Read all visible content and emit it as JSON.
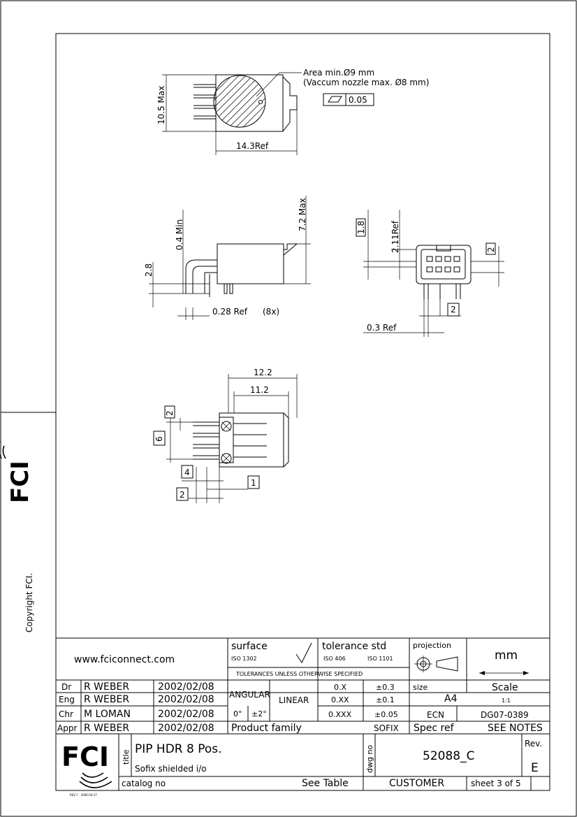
{
  "sidebar": {
    "copyright": "Copyright FCI."
  },
  "drawing": {
    "top_view": {
      "area_note_line1": "Area min.Ø9 mm",
      "area_note_line2": "(Vaccum nozzle max. Ø8 mm)",
      "flatness_value": "0.05",
      "dim_height": "10.5 Max",
      "dim_length": "14.3Ref"
    },
    "side_view": {
      "dim_pin_min": "0.4 Min",
      "dim_height_max": "7.2 Max",
      "dim_standoff": "2.8",
      "dim_pin_width": "0.28 Ref",
      "pin_count_note": "(8x)"
    },
    "front_view": {
      "dim_pitch_box": "1.8",
      "dim_row_pitch": "2.11Ref",
      "dim_side_box": "2",
      "dim_bottom_box": "2",
      "dim_pin_ref": "0.3 Ref"
    },
    "bottom_view": {
      "dim_overall": "12.2",
      "dim_inner": "11.2",
      "box_top": "2",
      "box_span": "6",
      "box_left": "4",
      "box_right": "1",
      "box_bottom": "2"
    }
  },
  "title_block": {
    "website": "www.fciconnect.com",
    "surface_label": "surface",
    "surface_std": "ISO 1302",
    "tolerance_label": "tolerance std",
    "tolerance_std_1": "ISO 406",
    "tolerance_std_2": "ISO 1101",
    "tolerance_note": "TOLERANCES UNLESS OTHERWISE SPECIFIED",
    "projection_label": "projection",
    "unit": "mm",
    "people": [
      {
        "role": "Dr",
        "name": "R WEBER",
        "date": "2002/02/08"
      },
      {
        "role": "Eng",
        "name": "R WEBER",
        "date": "2002/02/08"
      },
      {
        "role": "Chr",
        "name": "M LOMAN",
        "date": "2002/02/08"
      },
      {
        "role": "Appr",
        "name": "R WEBER",
        "date": "2002/02/08"
      }
    ],
    "angular_label": "ANGULAR",
    "angular_deg": "0°",
    "angular_tol": "±2°",
    "linear_label": "LINEAR",
    "linear_rows": [
      {
        "precision": "0.X",
        "tol": "±0.3"
      },
      {
        "precision": "0.XX",
        "tol": "±0.1"
      },
      {
        "precision": "0.XXX",
        "tol": "±0.05"
      }
    ],
    "size_label": "size",
    "size_value": "A4",
    "scale_label": "Scale",
    "scale_value": "1:1",
    "ecn_label": "ECN",
    "ecn_value": "DG07-0389",
    "product_family_label": "Product family",
    "product_family_value": "SOFIX",
    "spec_ref_label": "Spec ref",
    "spec_ref_value": "SEE NOTES",
    "title_label": "title",
    "title_line1": "PIP HDR 8 Pos.",
    "title_line2": "Sofix shielded i/o",
    "dwg_label": "dwg no",
    "dwg_value": "52088_C",
    "rev_label": "Rev.",
    "rev_value": "E",
    "catalog_label": "catalog no",
    "catalog_value": "See Table",
    "customer_label": "CUSTOMER",
    "sheet_label": "sheet 3 of 5",
    "rev_footer": "REV F - 2006-04-17"
  }
}
